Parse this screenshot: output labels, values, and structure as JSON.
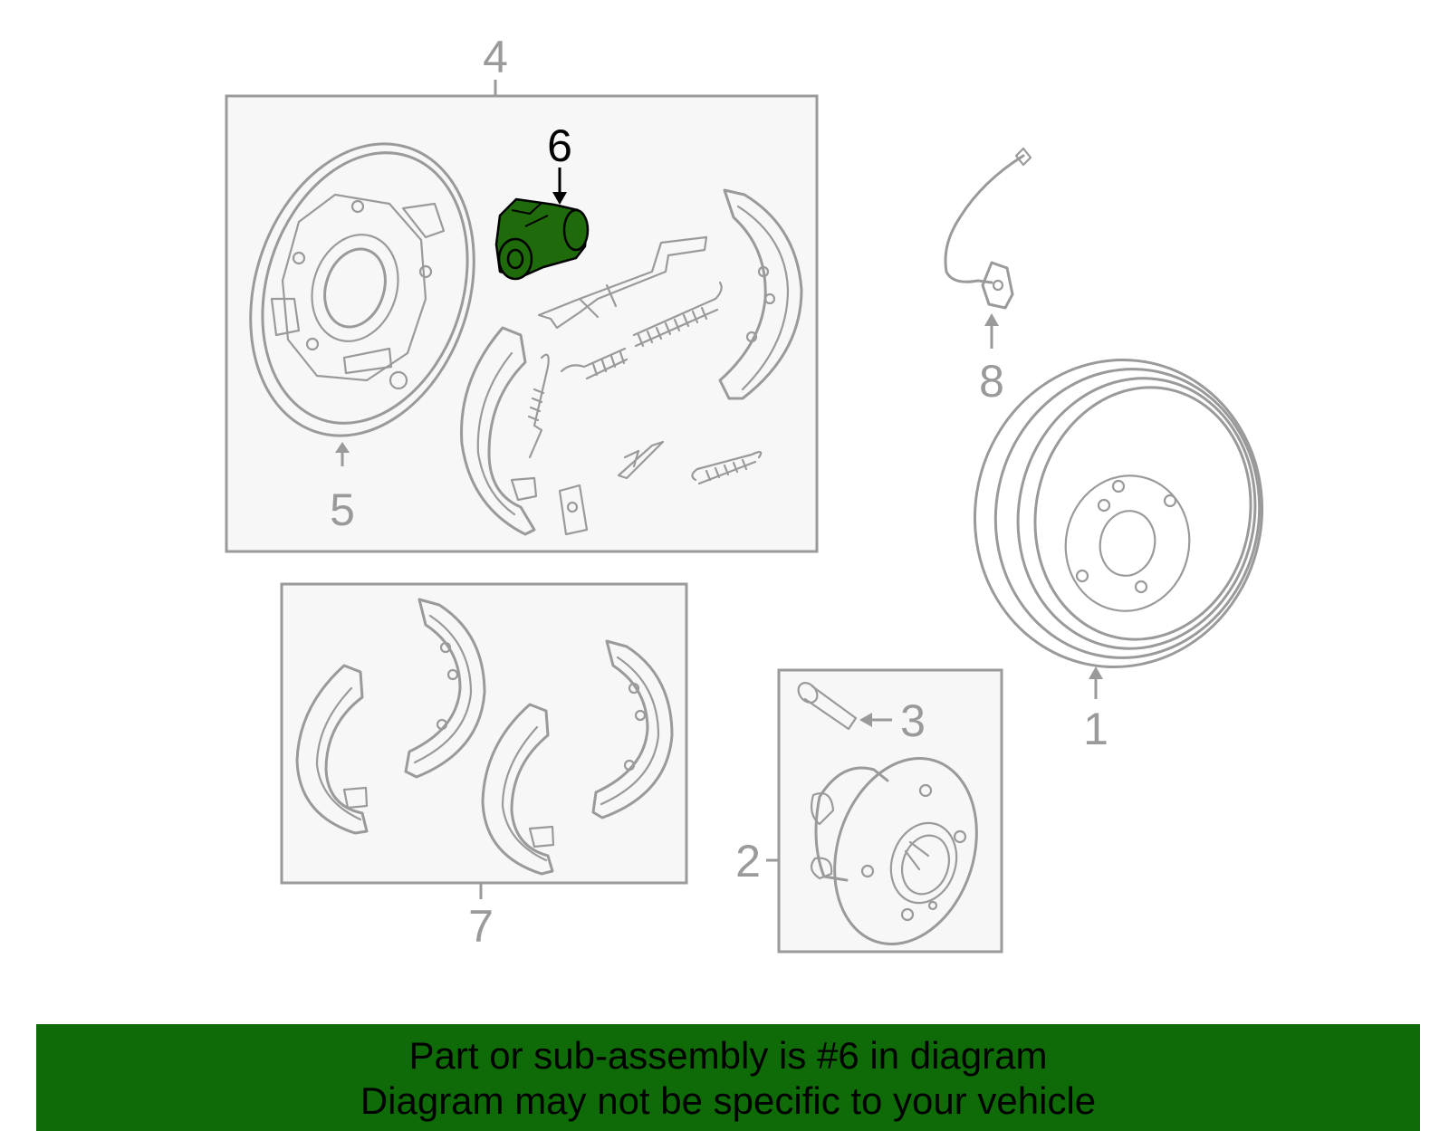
{
  "diagram": {
    "highlight_color": "#1f6b0b",
    "line_color": "#9a9a9a",
    "callouts": [
      {
        "id": "1",
        "label": "1",
        "part": "brake-drum"
      },
      {
        "id": "2",
        "label": "2",
        "part": "hub-assembly"
      },
      {
        "id": "3",
        "label": "3",
        "part": "wheel-stud"
      },
      {
        "id": "4",
        "label": "4",
        "part": "brake-assembly-kit"
      },
      {
        "id": "5",
        "label": "5",
        "part": "backing-plate"
      },
      {
        "id": "6",
        "label": "6",
        "part": "wheel-cylinder",
        "highlighted": true
      },
      {
        "id": "7",
        "label": "7",
        "part": "brake-shoe-set"
      },
      {
        "id": "8",
        "label": "8",
        "part": "abs-sensor"
      }
    ]
  },
  "banner": {
    "color": "#0f6b08",
    "line1": "Part or sub-assembly is #6 in diagram",
    "line2": "Diagram may not be specific to your vehicle"
  }
}
